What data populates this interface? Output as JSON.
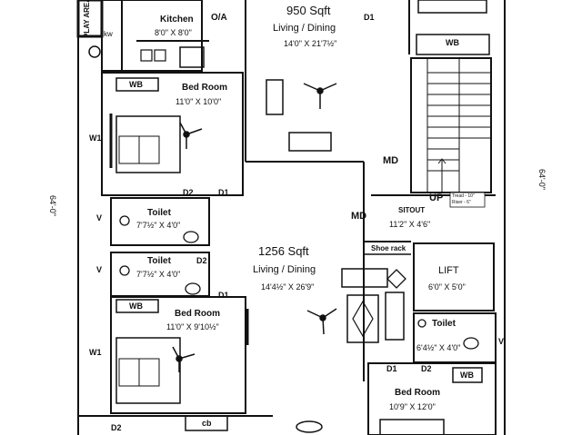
{
  "top": {
    "area": "950 Sqft",
    "living_title": "Living / Dining",
    "living_dim": "14'0\" X 21'7½\"",
    "kitchen_title": "Kitchen",
    "kitchen_dim": "8'0\" X 8'0\"",
    "oa": "O/A",
    "kw": "kw",
    "d1": "D1",
    "wb": "WB",
    "utility_vertical": "PLAY AREA"
  },
  "bedroom1": {
    "wb": "WB",
    "title": "Bed Room",
    "dim": "11'0\" X 10'0\"",
    "w1": "W1",
    "d2": "D2",
    "d1": "D1"
  },
  "toilet1": {
    "v": "V",
    "title": "Toilet",
    "dim": "7'7½\" X 4'0\""
  },
  "toilet2": {
    "v": "V",
    "title": "Toilet",
    "dim": "7'7½\" X 4'0\"",
    "d2": "D2",
    "d1": "D1"
  },
  "bedroom2": {
    "wb": "WB",
    "title": "Bed Room",
    "dim": "11'0\" X 9'10½\"",
    "w1": "W1"
  },
  "main": {
    "area": "1256 Sqft",
    "living_title": "Living / Dining",
    "living_dim": "14'4½\" X 26'9\"",
    "md_top": "MD",
    "md_mid": "MD",
    "sitout_title": "SITOUT",
    "sitout_dim": "11'2\" X 4'6\"",
    "up": "UP",
    "tread": "Tread - 10\"",
    "riser": "Riser - 6\"",
    "shoe_rack": "Shoe rack",
    "lift_title": "LIFT",
    "lift_dim": "6'0\" X 5'0\""
  },
  "toilet3": {
    "title": "Toilet",
    "dim": "6'4½\" X 4'0\"",
    "v": "V"
  },
  "bedroom3": {
    "d1": "D1",
    "d2": "D2",
    "wb": "WB",
    "title": "Bed Room",
    "dim": "10'9\" X 12'0\""
  },
  "bottom": {
    "cb": "cb",
    "d2": "D2"
  },
  "dimension": {
    "left": "64'-0\"",
    "right": "64'-0\""
  }
}
